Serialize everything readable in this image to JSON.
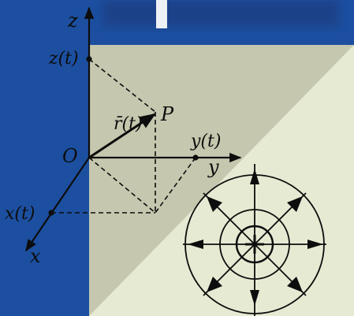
{
  "labels": {
    "z_axis": "z",
    "y_axis": "y",
    "x_axis": "x",
    "origin": "O",
    "point": "P",
    "z_of_t": "z(t)",
    "y_of_t": "y(t)",
    "x_of_t": "x(t)",
    "position_vector": "r̄(t)"
  },
  "colors": {
    "background_blue": "#1c4fa0",
    "panel_dark": "#c5c7ae",
    "panel_light": "#e7ead2",
    "ink": "#0d0d0d"
  },
  "icons": {
    "field_diagram": "positive-charge-field-icon"
  }
}
